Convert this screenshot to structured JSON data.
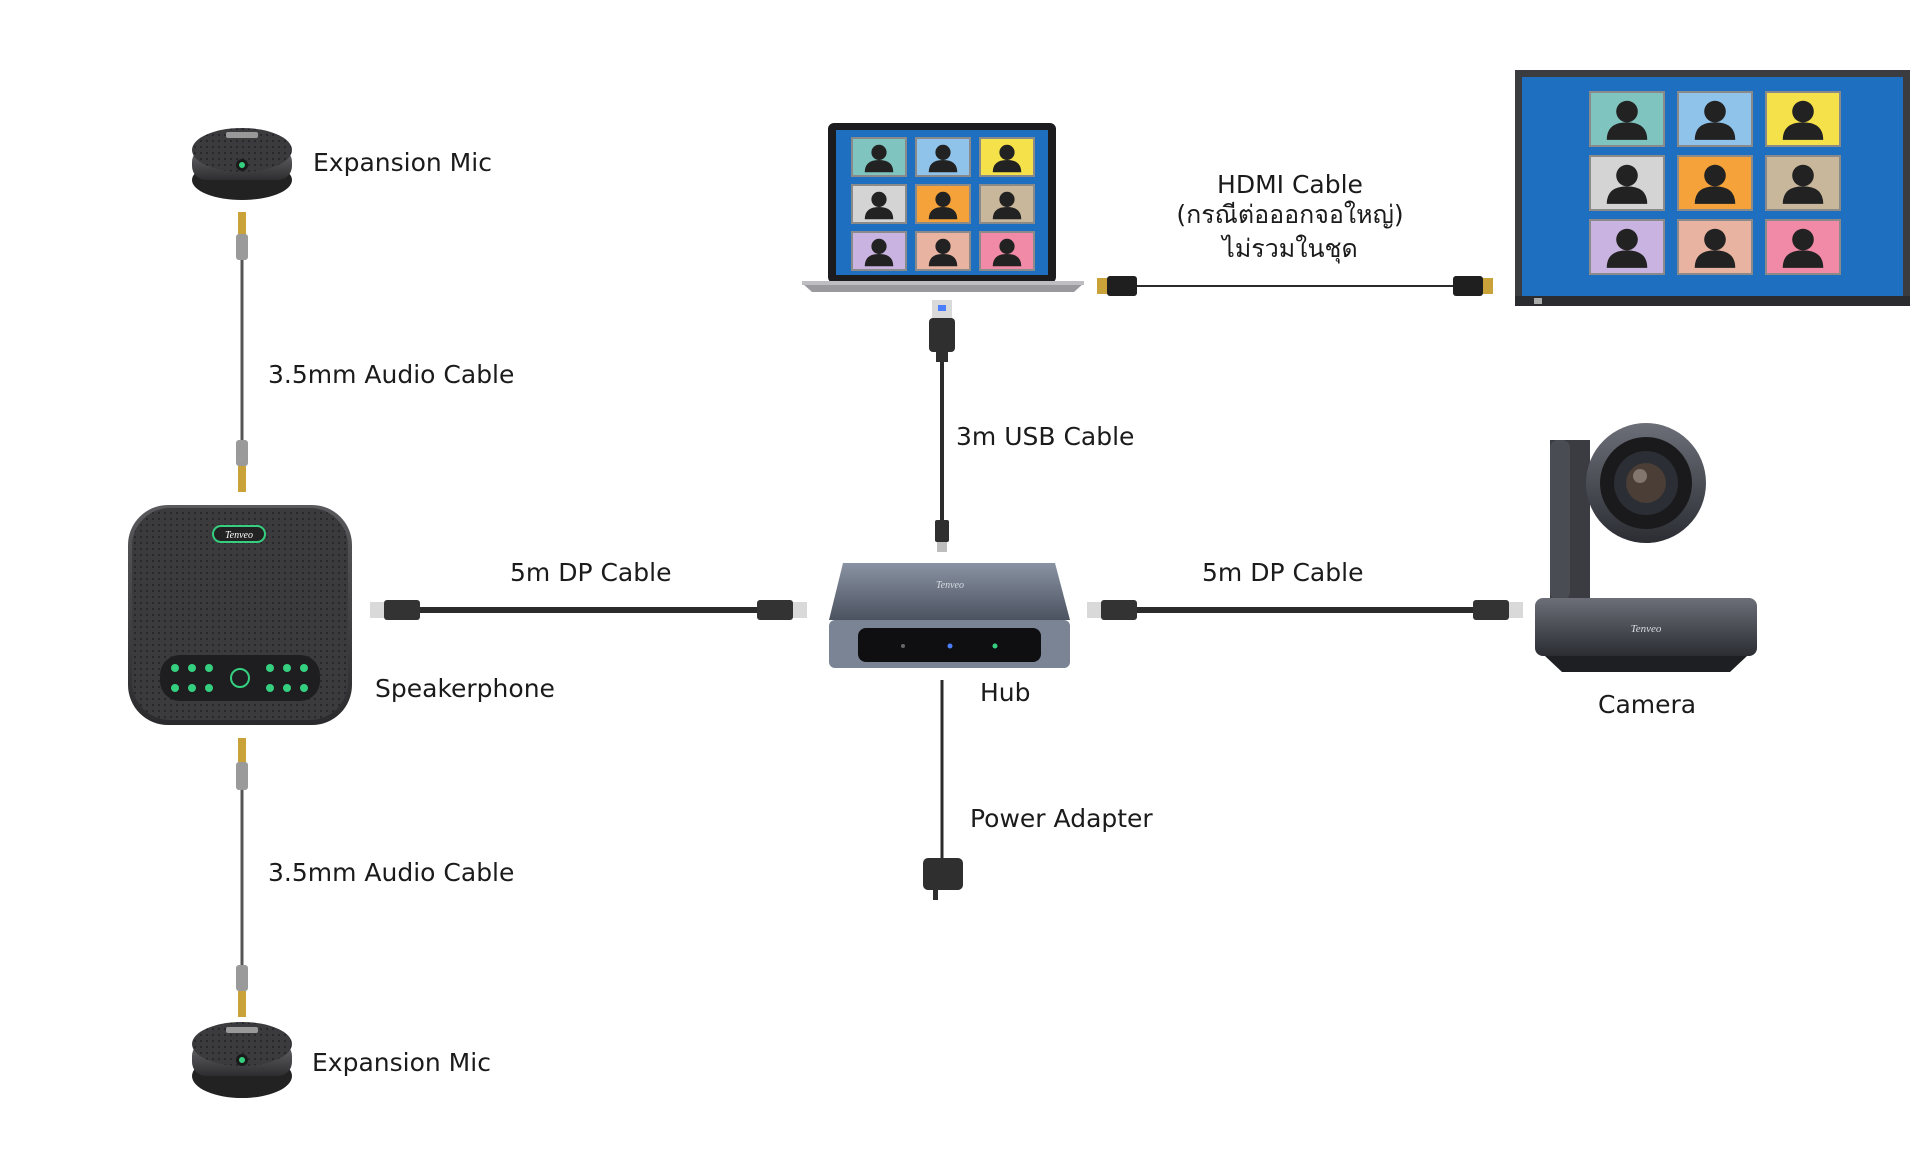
{
  "brand": "Tenveo",
  "labels": {
    "expansion_mic_top": "Expansion Mic",
    "expansion_mic_bottom": "Expansion Mic",
    "audio_cable_top": "3.5mm Audio Cable",
    "audio_cable_bottom": "3.5mm Audio Cable",
    "speakerphone": "Speakerphone",
    "dp_cable_left": "5m DP Cable",
    "dp_cable_right": "5m DP Cable",
    "usb_cable": "3m USB Cable",
    "hub": "Hub",
    "power_adapter": "Power Adapter",
    "camera": "Camera",
    "hdmi_line1": "HDMI Cable",
    "hdmi_line2": "(กรณีต่อออกจอใหญ่)",
    "hdmi_line3": "ไม่รวมในชุด"
  },
  "colors": {
    "screen_blue": "#1f6fc1",
    "device_dark": "#3a3a3e",
    "cable": "#2b2b2b",
    "led_green": "#35d07f",
    "led_blue": "#4d7dff",
    "connector_gold": "#c9a23a"
  },
  "tiles": [
    "#7fc4bf",
    "#8fc3ea",
    "#f5e24a",
    "#d4d4d4",
    "#f5a23a",
    "#c8b79a",
    "#c9b3e0",
    "#e8b3a0",
    "#f08aa6"
  ],
  "icons": {
    "person": "person-silhouette-icon"
  }
}
